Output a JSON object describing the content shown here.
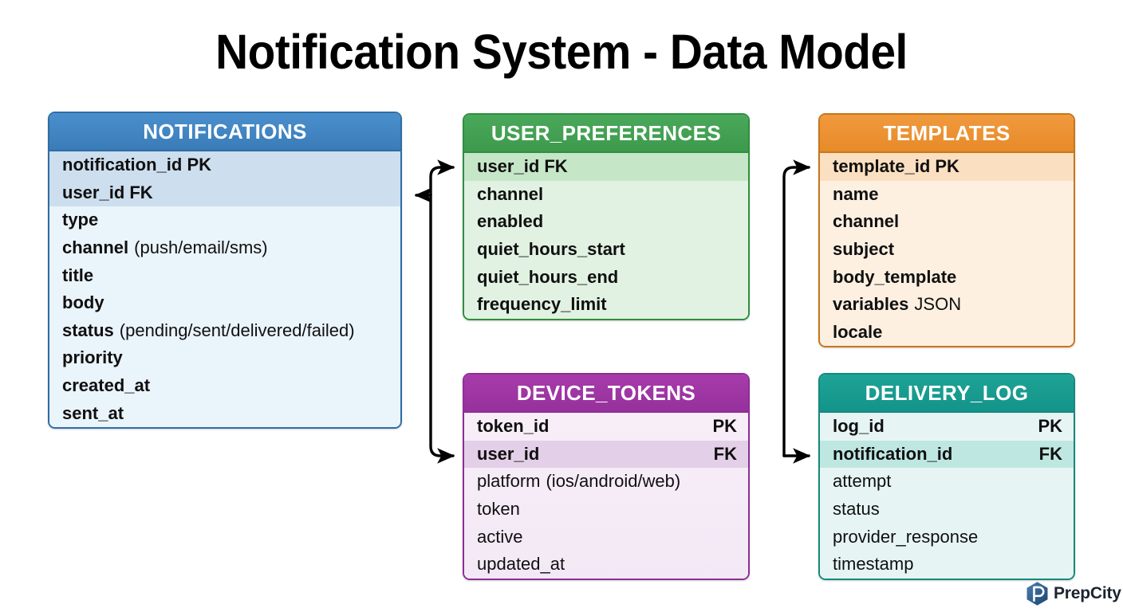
{
  "title": "Notification System - Data Model",
  "colors": {
    "notifications": "#3a7cb8",
    "user_preferences": "#3d9a4c",
    "templates": "#e88a28",
    "device_tokens": "#97309c",
    "delivery_log": "#13948a",
    "connector": "#000000",
    "background": "#ffffff"
  },
  "entities": {
    "notifications": {
      "name": "NOTIFICATIONS",
      "fields": [
        {
          "name": "notification_id PK",
          "note": "",
          "badge": "",
          "highlight": true,
          "bold": true
        },
        {
          "name": "user_id FK",
          "note": "",
          "badge": "",
          "highlight": true,
          "bold": true
        },
        {
          "name": "type",
          "note": "",
          "badge": "",
          "highlight": false,
          "bold": true
        },
        {
          "name": "channel",
          "note": "(push/email/sms)",
          "badge": "",
          "highlight": false,
          "bold": true
        },
        {
          "name": "title",
          "note": "",
          "badge": "",
          "highlight": false,
          "bold": true
        },
        {
          "name": "body",
          "note": "",
          "badge": "",
          "highlight": false,
          "bold": true
        },
        {
          "name": "status",
          "note": "(pending/sent/delivered/failed)",
          "badge": "",
          "highlight": false,
          "bold": true
        },
        {
          "name": "priority",
          "note": "",
          "badge": "",
          "highlight": false,
          "bold": true
        },
        {
          "name": "created_at",
          "note": "",
          "badge": "",
          "highlight": false,
          "bold": true
        },
        {
          "name": "sent_at",
          "note": "",
          "badge": "",
          "highlight": false,
          "bold": true
        }
      ]
    },
    "user_preferences": {
      "name": "USER_PREFERENCES",
      "fields": [
        {
          "name": "user_id FK",
          "note": "",
          "badge": "",
          "highlight": true,
          "bold": true
        },
        {
          "name": "channel",
          "note": "",
          "badge": "",
          "highlight": false,
          "bold": true
        },
        {
          "name": "enabled",
          "note": "",
          "badge": "",
          "highlight": false,
          "bold": true
        },
        {
          "name": "quiet_hours_start",
          "note": "",
          "badge": "",
          "highlight": false,
          "bold": true
        },
        {
          "name": "quiet_hours_end",
          "note": "",
          "badge": "",
          "highlight": false,
          "bold": true
        },
        {
          "name": "frequency_limit",
          "note": "",
          "badge": "",
          "highlight": false,
          "bold": true
        }
      ]
    },
    "templates": {
      "name": "TEMPLATES",
      "fields": [
        {
          "name": "template_id PK",
          "note": "",
          "badge": "",
          "highlight": true,
          "bold": true
        },
        {
          "name": "name",
          "note": "",
          "badge": "",
          "highlight": false,
          "bold": true
        },
        {
          "name": "channel",
          "note": "",
          "badge": "",
          "highlight": false,
          "bold": true
        },
        {
          "name": "subject",
          "note": "",
          "badge": "",
          "highlight": false,
          "bold": true
        },
        {
          "name": "body_template",
          "note": "",
          "badge": "",
          "highlight": false,
          "bold": true
        },
        {
          "name": "variables",
          "note": "JSON",
          "badge": "",
          "highlight": false,
          "bold": true
        },
        {
          "name": "locale",
          "note": "",
          "badge": "",
          "highlight": false,
          "bold": true
        }
      ]
    },
    "device_tokens": {
      "name": "DEVICE_TOKENS",
      "fields": [
        {
          "name": "token_id",
          "note": "",
          "badge": "PK",
          "highlight": false,
          "bold": true
        },
        {
          "name": "user_id",
          "note": "",
          "badge": "FK",
          "highlight": true,
          "bold": true
        },
        {
          "name": "platform",
          "note": "(ios/android/web)",
          "badge": "",
          "highlight": false,
          "bold": false
        },
        {
          "name": "token",
          "note": "",
          "badge": "",
          "highlight": false,
          "bold": false
        },
        {
          "name": "active",
          "note": "",
          "badge": "",
          "highlight": false,
          "bold": false
        },
        {
          "name": "updated_at",
          "note": "",
          "badge": "",
          "highlight": false,
          "bold": false
        }
      ]
    },
    "delivery_log": {
      "name": "DELIVERY_LOG",
      "fields": [
        {
          "name": "log_id",
          "note": "",
          "badge": "PK",
          "highlight": false,
          "bold": true
        },
        {
          "name": "notification_id",
          "note": "",
          "badge": "FK",
          "highlight": true,
          "bold": true
        },
        {
          "name": "attempt",
          "note": "",
          "badge": "",
          "highlight": false,
          "bold": false
        },
        {
          "name": "status",
          "note": "",
          "badge": "",
          "highlight": false,
          "bold": false
        },
        {
          "name": "provider_response",
          "note": "",
          "badge": "",
          "highlight": false,
          "bold": false
        },
        {
          "name": "timestamp",
          "note": "",
          "badge": "",
          "highlight": false,
          "bold": false
        }
      ]
    }
  },
  "relationships": [
    {
      "from": "notifications",
      "to": "user_preferences",
      "direction": "both"
    },
    {
      "from": "notifications",
      "to": "device_tokens",
      "direction": "to"
    },
    {
      "from": "user_preferences",
      "to": "templates",
      "direction": "to"
    },
    {
      "from": "user_preferences",
      "to": "delivery_log",
      "direction": "to"
    }
  ],
  "logo": {
    "text": "PrepCity",
    "mark": "hexagon-p-icon"
  }
}
